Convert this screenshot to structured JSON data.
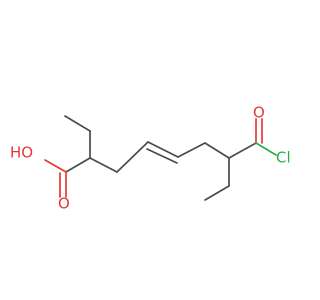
{
  "molecule": {
    "atoms": {
      "hydroxyl": "HO",
      "carbonyl_oxygen_left": "O",
      "carbonyl_oxygen_right": "O",
      "chlorine": "Cl"
    },
    "colors": {
      "carbon_bond": "#4a4a4a",
      "oxygen": "#e53935",
      "chlorine": "#24b24a"
    }
  }
}
